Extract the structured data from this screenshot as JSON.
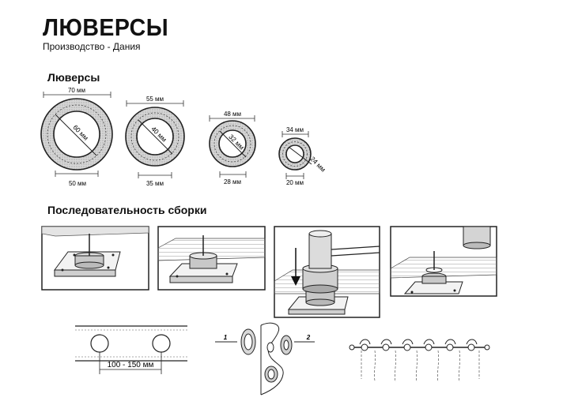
{
  "header": {
    "title": "ЛЮВЕРСЫ",
    "subtitle": "Производство - Дания"
  },
  "sizes_section": {
    "heading": "Люверсы",
    "eyelets": [
      {
        "outer": "70 мм",
        "inner": "60 мм",
        "hole": "50 мм"
      },
      {
        "outer": "55 мм",
        "inner": "40 мм",
        "hole": "35 мм"
      },
      {
        "outer": "48 мм",
        "inner": "32 мм",
        "hole": "28 мм"
      },
      {
        "outer": "34 мм",
        "inner": "24 мм",
        "hole": "20 мм"
      }
    ]
  },
  "assembly_section": {
    "heading": "Последовательность сборки",
    "spacing_label": "100 - 150 мм",
    "step_labels": [
      "1",
      "2"
    ]
  }
}
